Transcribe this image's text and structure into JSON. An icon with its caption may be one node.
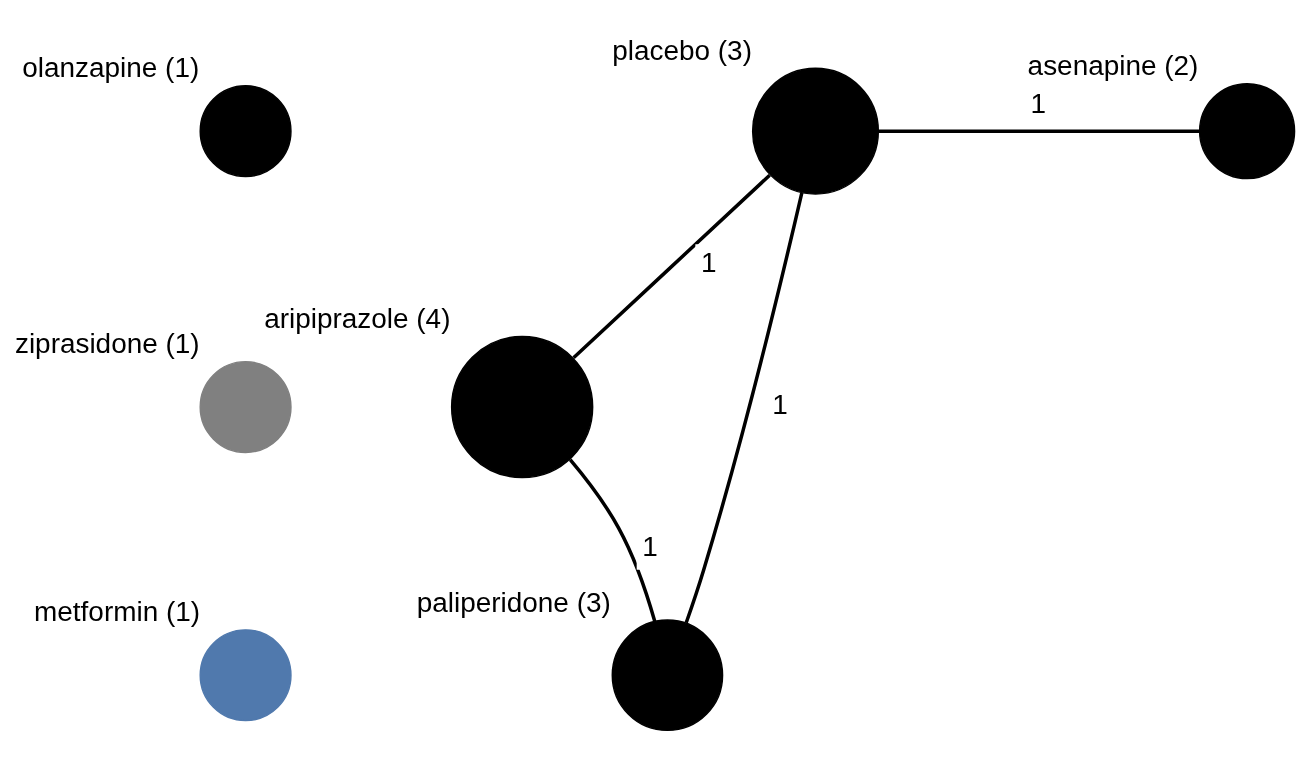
{
  "diagram": {
    "nodes": [
      {
        "text": [
          "olanzapine (1)"
        ]
      },
      {
        "text": [
          "placebo (3)"
        ]
      },
      {
        "text": [
          "asenapine (2)"
        ]
      },
      {
        "text": [
          "ziprasidone (1)"
        ]
      },
      {
        "text": [
          "aripiprazole (4)"
        ]
      },
      {
        "text": [
          "metformin (1)"
        ]
      },
      {
        "text": [
          "paliperidone (3)"
        ]
      }
    ],
    "edges": [
      {
        "from": 1,
        "to": 2,
        "arrow": "none",
        "label": "1"
      },
      {
        "from": 1,
        "to": 4,
        "arrow": "none",
        "label": "1"
      },
      {
        "from": 1,
        "to": 6,
        "arrow": "none",
        "label": "1"
      },
      {
        "from": 6,
        "to": 4,
        "arrow": "none",
        "label": "1"
      }
    ]
  }
}
